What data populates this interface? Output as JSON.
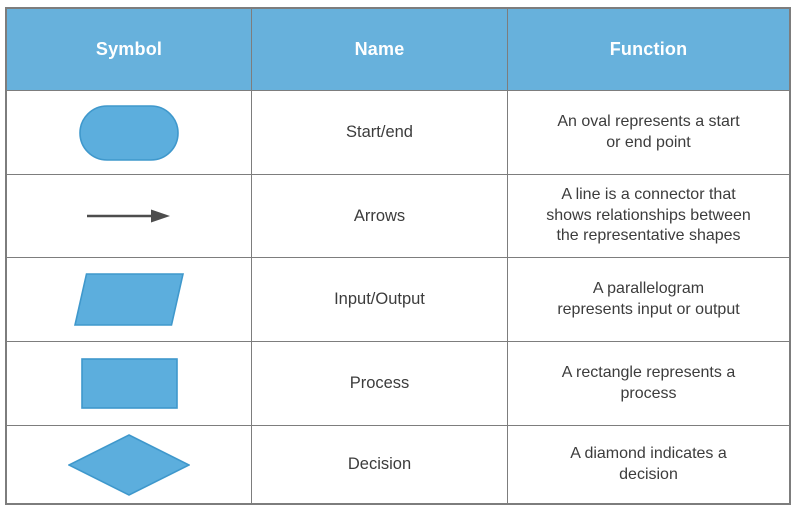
{
  "table": {
    "headers": [
      {
        "label": "Symbol"
      },
      {
        "label": "Name"
      },
      {
        "label": "Function"
      }
    ],
    "rows": [
      {
        "symbol": "oval",
        "name": "Start/end",
        "function": "An oval represents a start\nor end point"
      },
      {
        "symbol": "arrow",
        "name": "Arrows",
        "function": "A line is a connector that\nshows relationships between\nthe representative shapes"
      },
      {
        "symbol": "parallelogram",
        "name": "Input/Output",
        "function": "A parallelogram\nrepresents input or output"
      },
      {
        "symbol": "rectangle",
        "name": "Process",
        "function": "A rectangle represents a\nprocess"
      },
      {
        "symbol": "diamond",
        "name": "Decision",
        "function": "A diamond indicates a\ndecision"
      }
    ]
  },
  "colors": {
    "header_bg": "#67b1dc",
    "header_text": "#ffffff",
    "shape_fill": "#5caedd",
    "shape_stroke": "#3f98cc",
    "arrow": "#4d4d4d",
    "grid_border": "#7d7d7d",
    "text": "#3c3c3c"
  }
}
